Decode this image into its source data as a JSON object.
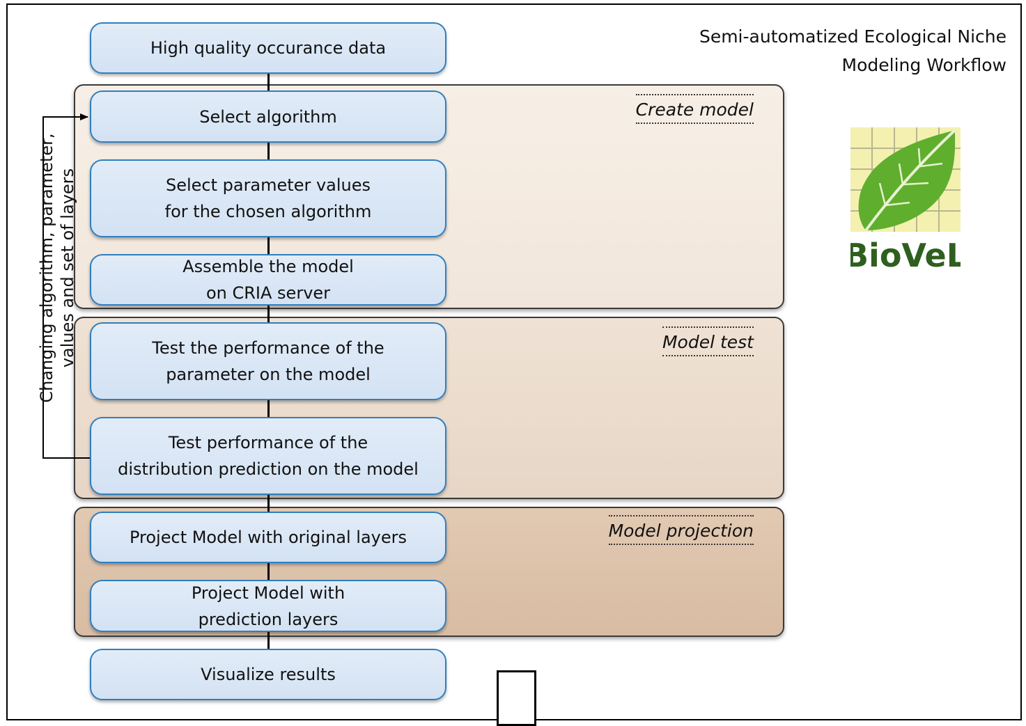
{
  "title": {
    "line1": "Semi-automatized Ecological Niche",
    "line2": "Modeling Workflow"
  },
  "sections": {
    "create": "Create model",
    "test": "Model test",
    "projection": "Model projection"
  },
  "steps": {
    "s1": "High quality occurance data",
    "s2": "Select algorithm",
    "s3": "Select parameter values\nfor the chosen algorithm",
    "s4": "Assemble the model\non CRIA server",
    "s5": "Test the performance of the\nparameter on the model",
    "s6": "Test performance of the\ndistribution prediction on the model",
    "s7": "Project Model with original layers",
    "s8": "Project Model with\nprediction layers",
    "s9": "Visualize results"
  },
  "feedback": {
    "line1": "Changing algorithm, parameter,",
    "line2": "values and set of layers"
  },
  "logo": {
    "text": "BioVeL",
    "icon": "leaf-grid-icon",
    "colors": {
      "leaf": "#5fae2e",
      "grid": "#f4f0b0",
      "text": "#2e5f1e"
    }
  }
}
